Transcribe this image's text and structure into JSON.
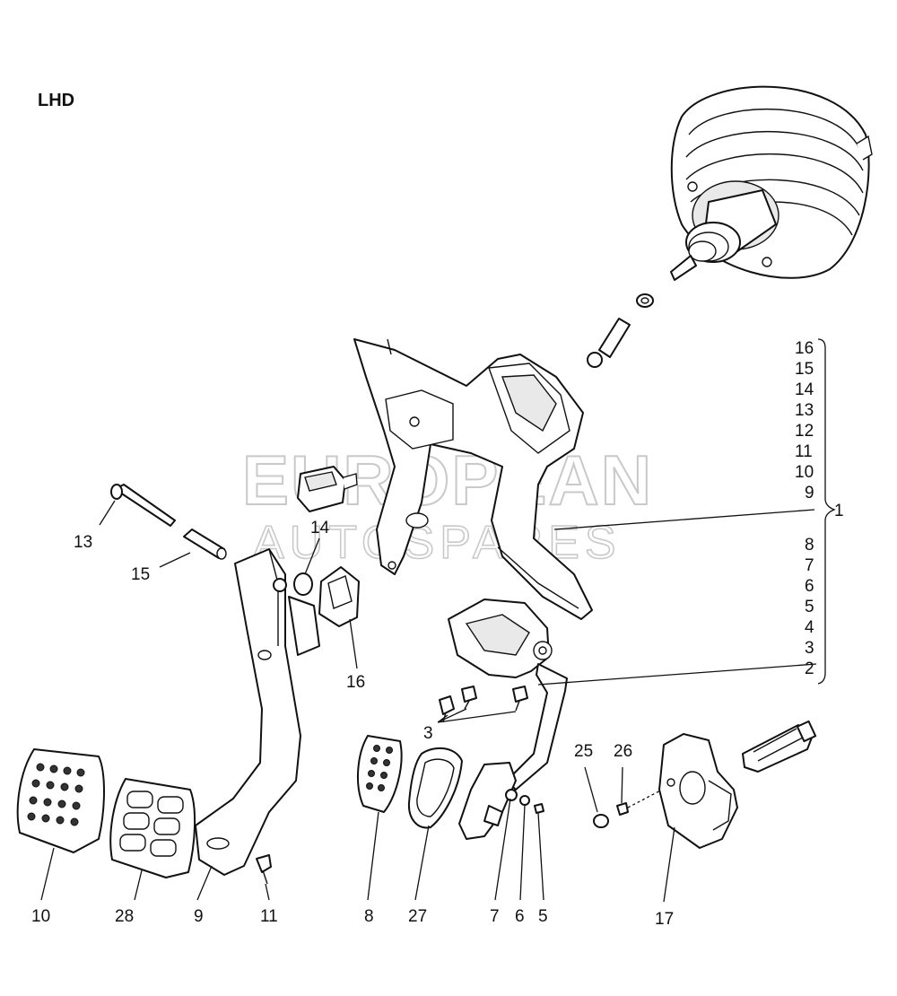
{
  "header": {
    "label": "LHD"
  },
  "watermark": {
    "line1": "EUROPEAN",
    "line2": "AUTOSPARES"
  },
  "callouts": {
    "c1": "1",
    "c2": "2",
    "c3": "3",
    "c3b": "3",
    "c4": "4",
    "c5": "5",
    "c5b": "5",
    "c6": "6",
    "c6b": "6",
    "c7": "7",
    "c7b": "7",
    "c8": "8",
    "c8b": "8",
    "c9": "9",
    "c9b": "9",
    "c10": "10",
    "c10b": "10",
    "c11": "11",
    "c11b": "11",
    "c12": "12",
    "c13": "13",
    "c13b": "13",
    "c14": "14",
    "c14b": "14",
    "c15": "15",
    "c15b": "15",
    "c16": "16",
    "c16b": "16",
    "c17": "17",
    "c25": "25",
    "c26": "26",
    "c27": "27",
    "c28": "28"
  },
  "parts": [
    "brake-booster",
    "pushrod-clevis",
    "pedal-box-bracket",
    "brake-light-switch",
    "pivot-bolt",
    "pivot-sleeve",
    "bushing",
    "bracket-clip",
    "brake-pedal",
    "pedal-pad-brake",
    "pedal-pad-clutch",
    "accelerator-pedal-module",
    "accelerator-pad",
    "accelerator-pad-cover",
    "footrest-cover",
    "sensor"
  ]
}
